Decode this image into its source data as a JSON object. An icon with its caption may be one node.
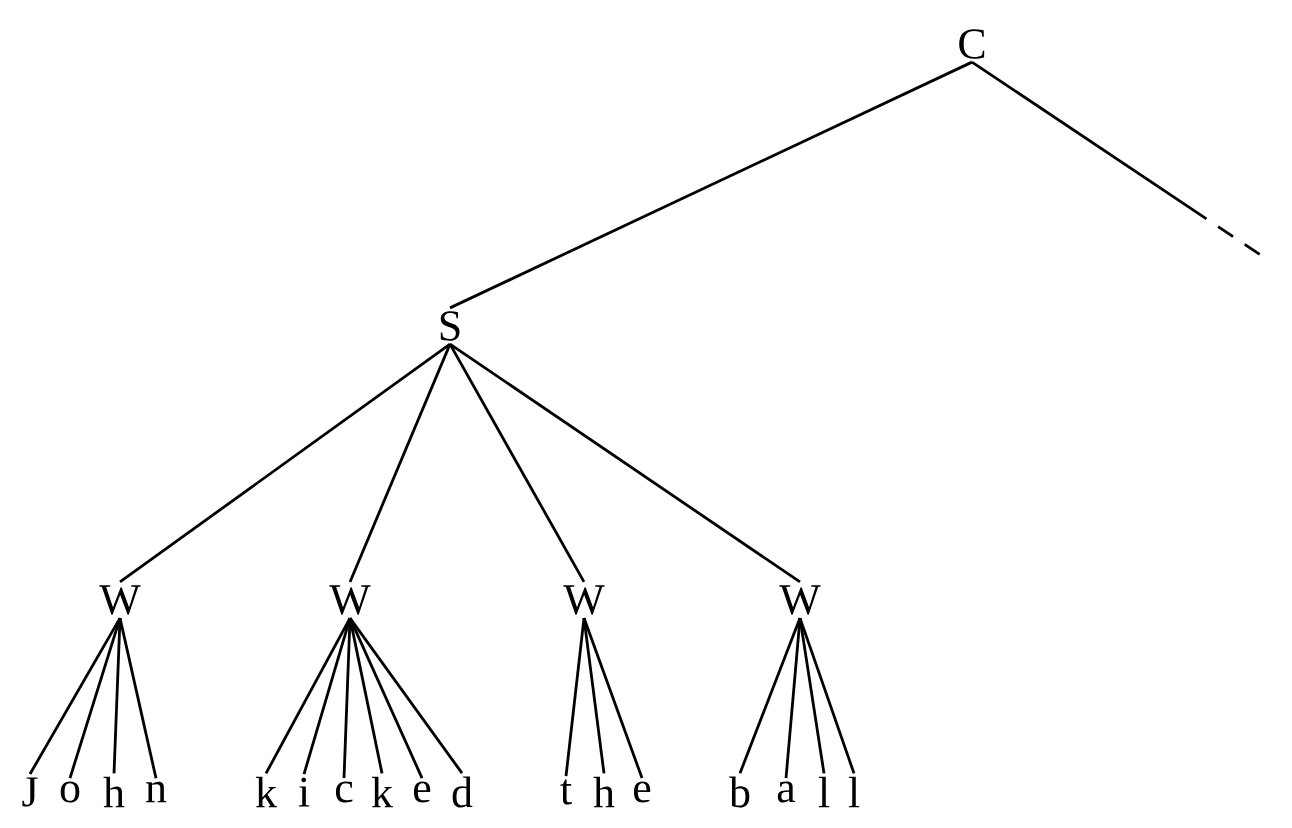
{
  "diagram": {
    "nodes": [
      {
        "text": [
          "C"
        ]
      },
      {
        "text": [
          "S"
        ]
      },
      {
        "text": [
          "W"
        ]
      },
      {
        "text": [
          "W"
        ]
      },
      {
        "text": [
          "W"
        ]
      },
      {
        "text": [
          "W"
        ]
      },
      {
        "text": [
          "J"
        ]
      },
      {
        "text": [
          "o"
        ]
      },
      {
        "text": [
          "h"
        ]
      },
      {
        "text": [
          "n"
        ]
      },
      {
        "text": [
          "k"
        ]
      },
      {
        "text": [
          "i"
        ]
      },
      {
        "text": [
          "c"
        ]
      },
      {
        "text": [
          "k"
        ]
      },
      {
        "text": [
          "e"
        ]
      },
      {
        "text": [
          "d"
        ]
      },
      {
        "text": [
          "t"
        ]
      },
      {
        "text": [
          "h"
        ]
      },
      {
        "text": [
          "e"
        ]
      },
      {
        "text": [
          "b"
        ]
      },
      {
        "text": [
          "a"
        ]
      },
      {
        "text": [
          "l"
        ]
      },
      {
        "text": [
          "l"
        ]
      }
    ],
    "edges": [
      {
        "from": 0,
        "to": 1,
        "arrow": "none"
      },
      {
        "from": 0,
        "to": null,
        "arrow": "none",
        "style": "dashed"
      },
      {
        "from": 1,
        "to": 2,
        "arrow": "none"
      },
      {
        "from": 1,
        "to": 3,
        "arrow": "none"
      },
      {
        "from": 1,
        "to": 4,
        "arrow": "none"
      },
      {
        "from": 1,
        "to": 5,
        "arrow": "none"
      },
      {
        "from": 2,
        "to": 6,
        "arrow": "none"
      },
      {
        "from": 2,
        "to": 7,
        "arrow": "none"
      },
      {
        "from": 2,
        "to": 8,
        "arrow": "none"
      },
      {
        "from": 2,
        "to": 9,
        "arrow": "none"
      },
      {
        "from": 3,
        "to": 10,
        "arrow": "none"
      },
      {
        "from": 3,
        "to": 11,
        "arrow": "none"
      },
      {
        "from": 3,
        "to": 12,
        "arrow": "none"
      },
      {
        "from": 3,
        "to": 13,
        "arrow": "none"
      },
      {
        "from": 3,
        "to": 14,
        "arrow": "none"
      },
      {
        "from": 3,
        "to": 15,
        "arrow": "none"
      },
      {
        "from": 4,
        "to": 16,
        "arrow": "none"
      },
      {
        "from": 4,
        "to": 17,
        "arrow": "none"
      },
      {
        "from": 4,
        "to": 18,
        "arrow": "none"
      },
      {
        "from": 5,
        "to": 19,
        "arrow": "none"
      },
      {
        "from": 5,
        "to": 20,
        "arrow": "none"
      },
      {
        "from": 5,
        "to": 21,
        "arrow": "none"
      },
      {
        "from": 5,
        "to": 22,
        "arrow": "none"
      }
    ]
  }
}
